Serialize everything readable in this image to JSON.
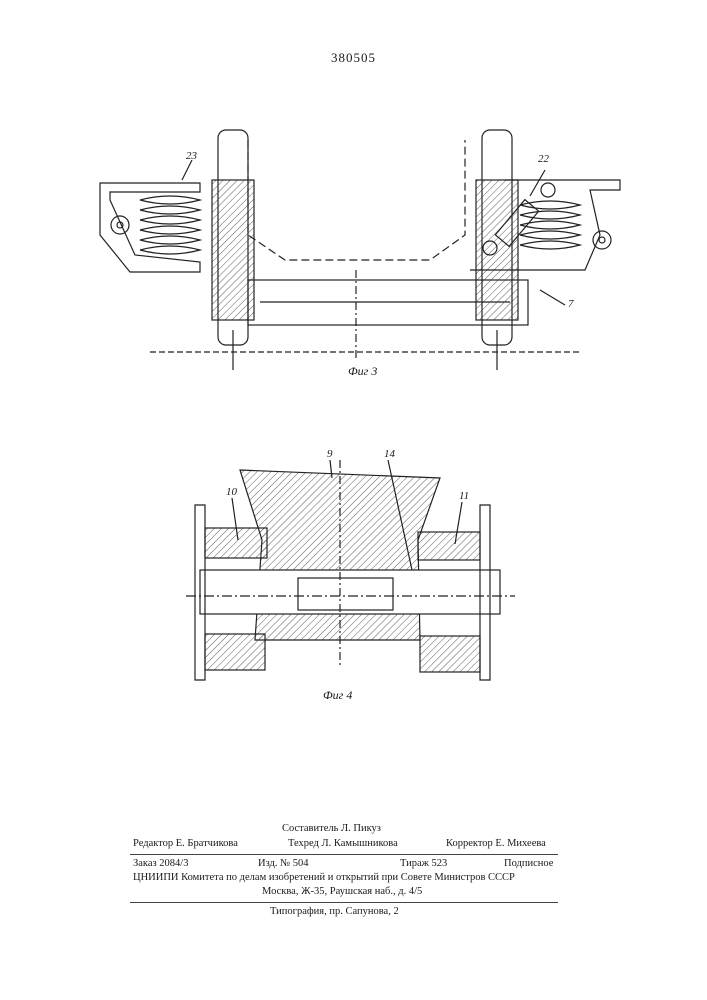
{
  "header": {
    "patent_number": "380505"
  },
  "figures": {
    "fig3": {
      "caption": "Фиг 3",
      "callouts": {
        "c23": "23",
        "c22": "22",
        "c7": "7"
      }
    },
    "fig4": {
      "caption": "Фиг 4",
      "callouts": {
        "c9": "9",
        "c14": "14",
        "c10": "10",
        "c11": "11"
      }
    }
  },
  "colophon": {
    "compiler": "Составитель Л. Пикуз",
    "editor": "Редактор Е. Братчикова",
    "techred": "Техред Л. Камышникова",
    "corrector": "Корректор Е. Михеева",
    "order": "Заказ 2084/3",
    "edition": "Изд. № 504",
    "circulation": "Тираж 523",
    "subscription": "Подписное",
    "org_line": "ЦНИИПИ Комитета по делам изобретений и открытий при Совете Министров СССР",
    "address": "Москва, Ж-35, Раушская наб., д. 4/5",
    "printer": "Типография, пр. Сапунова, 2"
  }
}
